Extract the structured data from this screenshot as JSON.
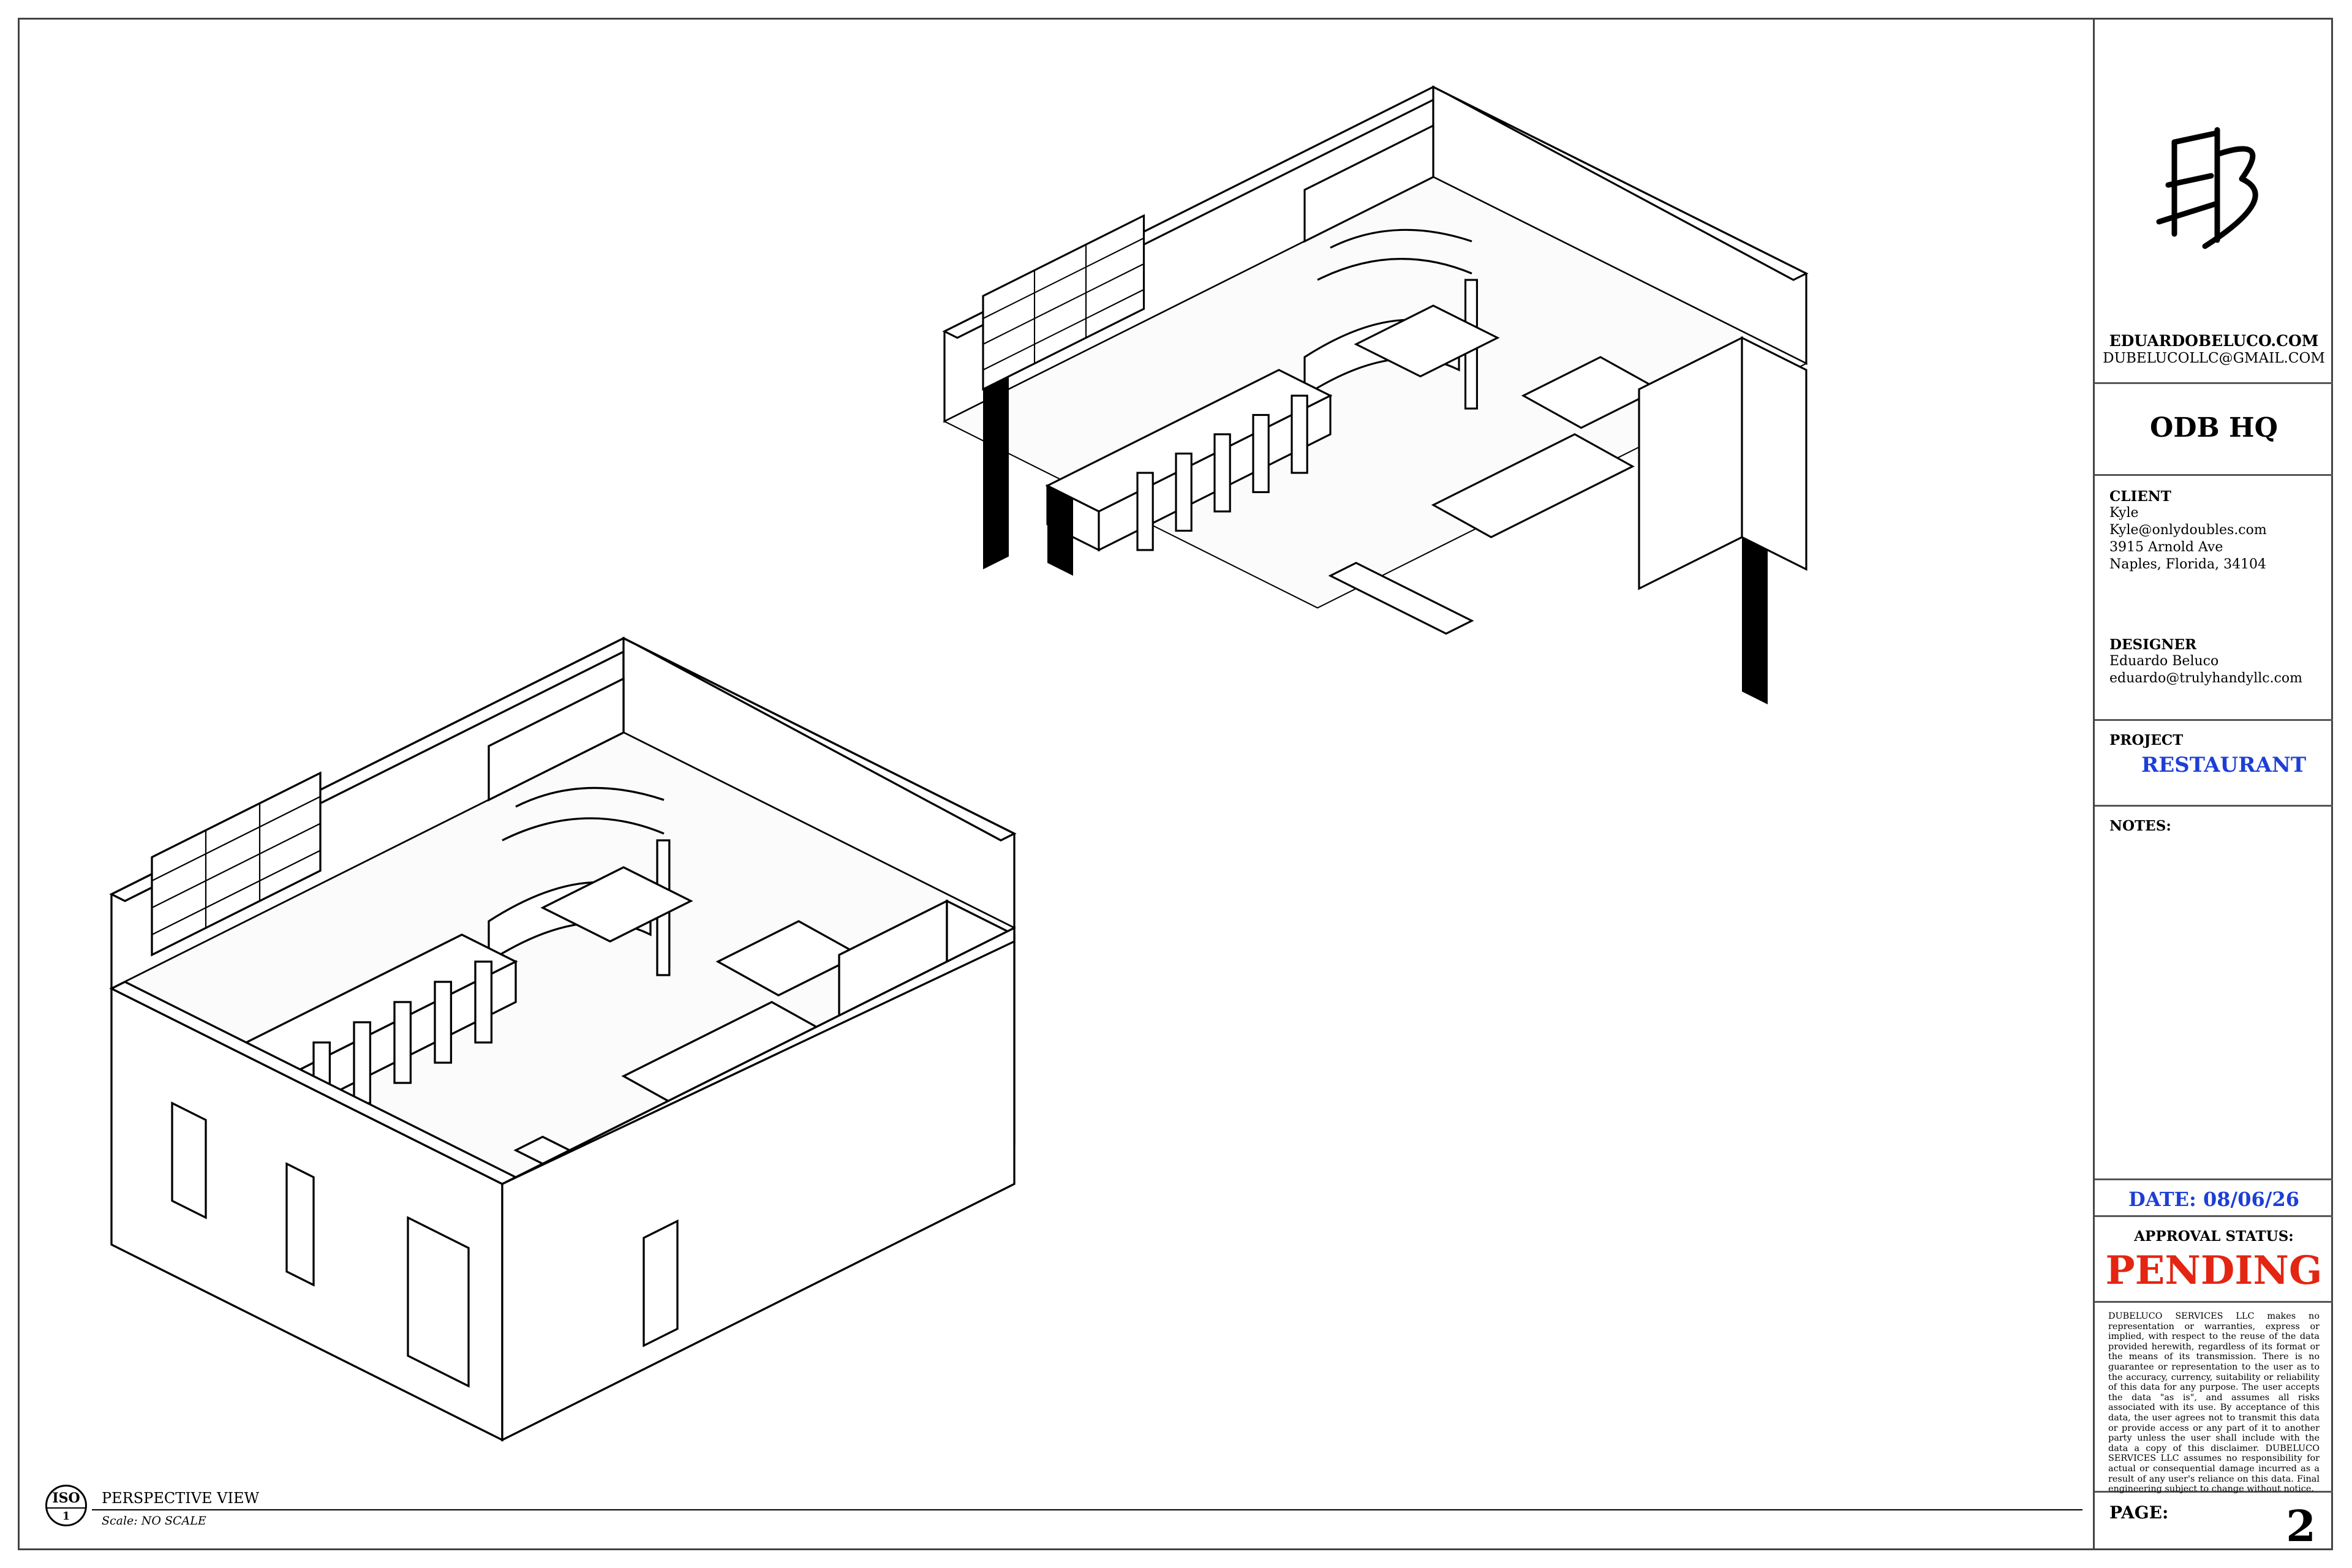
{
  "title_block": {
    "website": "EDUARDOBELUCO.COM",
    "email": "DUBELUCOLLC@GMAIL.COM",
    "project_name": "ODB HQ",
    "client": {
      "label": "CLIENT",
      "name": "Kyle",
      "email": "Kyle@onlydoubles.com",
      "address_line1": "3915 Arnold Ave",
      "address_line2": "Naples, Florida, 34104"
    },
    "designer": {
      "label": "DESIGNER",
      "name": "Eduardo Beluco",
      "email": "eduardo@trulyhandyllc.com"
    },
    "project": {
      "label": "PROJECT",
      "value": "RESTAURANT"
    },
    "notes": {
      "label": "NOTES:"
    },
    "date": "DATE: 08/06/26",
    "approval": {
      "label": "APPROVAL STATUS:",
      "value": "PENDING"
    },
    "disclaimer": "DUBELUCO SERVICES LLC makes no representation or warranties, express or implied, with respect to the reuse of the data provided herewith, regardless of its format or the means of its transmission. There is no guarantee or representation to the user as to the accuracy, currency, suitability or reliability of this data for any purpose. The user accepts the data \"as is\", and assumes all risks associated with its use. By acceptance of this data, the user agrees not to transmit this data or provide access or any part of it to another party unless the user shall include with the data a copy of this disclaimer. DUBELUCO SERVICES LLC assumes no responsibility for actual or consequential damage incurred as a result of any user's reliance on this data. Final engineering subject to change without notice.",
    "page": {
      "label": "PAGE:",
      "number": "2"
    }
  },
  "view_label": {
    "tag": "ISO",
    "number": "1",
    "title": "PERSPECTIVE VIEW",
    "scale": "Scale: NO SCALE"
  },
  "colors": {
    "accent_blue": "#1d3fd6",
    "pending_red": "#e32512",
    "line": "#000000",
    "fill_dark": "#000000"
  }
}
